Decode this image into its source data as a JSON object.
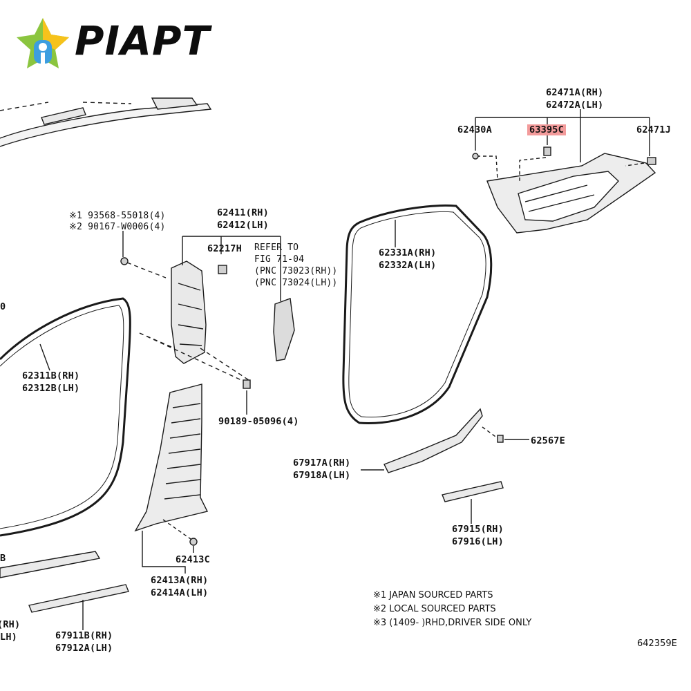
{
  "brand": {
    "name": "PIAPT",
    "colors": {
      "green": "#8bc53f",
      "yellow": "#f6c21b",
      "blue": "#3c9ee0",
      "highlight": "#f39b9b"
    }
  },
  "callouts": {
    "p62471a": "62471A(RH)",
    "p62472a": "62472A(LH)",
    "p62430a": "62430A",
    "p63395c": "63395C",
    "p62471j": "62471J",
    "note1": "※1 93568-55018(4)",
    "note2": "※2 90167-W0006(4)",
    "p62411": "62411(RH)",
    "p62412": "62412(LH)",
    "p62217h": "62217H",
    "refer1": "REFER TO",
    "refer2": "FIG 71-04",
    "refer3": "(PNC 73023(RH))",
    "refer4": "(PNC 73024(LH))",
    "p62331a": "62331A(RH)",
    "p62332a": "62332A(LH)",
    "p62311b": "62311B(RH)",
    "p62312b": "62312B(LH)",
    "p90189": "90189-05096(4)",
    "p62567e": "62567E",
    "p67917a": "67917A(RH)",
    "p67918a": "67918A(LH)",
    "p67915": "67915(RH)",
    "p67916": "67916(LH)",
    "p62413c": "62413C",
    "p62413a": "62413A(RH)",
    "p62414a": "62414A(LH)",
    "p67911b": "67911B(RH)",
    "p67912a": "67912A(LH)",
    "edgeRH": "(RH)",
    "edgeLH": "LH)",
    "edgeB": "B",
    "edgeO": "0"
  },
  "legend": {
    "line1": "※1 JAPAN SOURCED PARTS",
    "line2": "※2 LOCAL SOURCED PARTS",
    "line3": "※3 (1409-        )RHD,DRIVER SIDE ONLY"
  },
  "figure_id": "642359E"
}
